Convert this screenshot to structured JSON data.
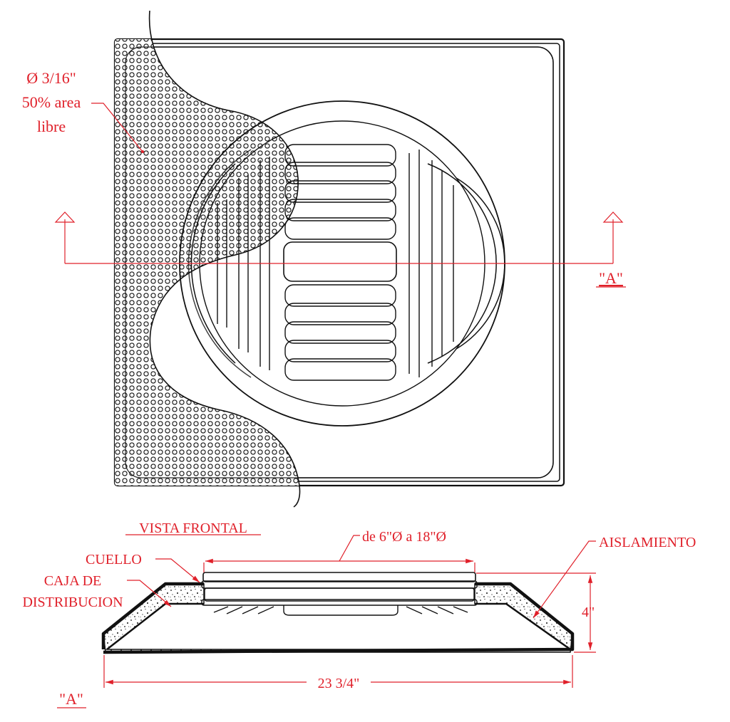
{
  "plan_view": {
    "perforation_label_line1": "Ø 3/16\"",
    "perforation_label_line2": "50% area",
    "perforation_label_line3": "libre",
    "section_mark": "\"A\""
  },
  "front_view": {
    "title": "VISTA FRONTAL",
    "diameter_range": "de 6\"Ø a 18\"Ø",
    "label_collar": "CUELLO",
    "label_box_line1": "CAJA DE",
    "label_box_line2": "DISTRIBUCION",
    "label_insulation": "AISLAMIENTO",
    "height_dim": "4\"",
    "width_dim": "23 3/4\"",
    "section_mark": "\"A\""
  },
  "colors": {
    "annotation": "#e0202a",
    "linework": "#111111"
  }
}
